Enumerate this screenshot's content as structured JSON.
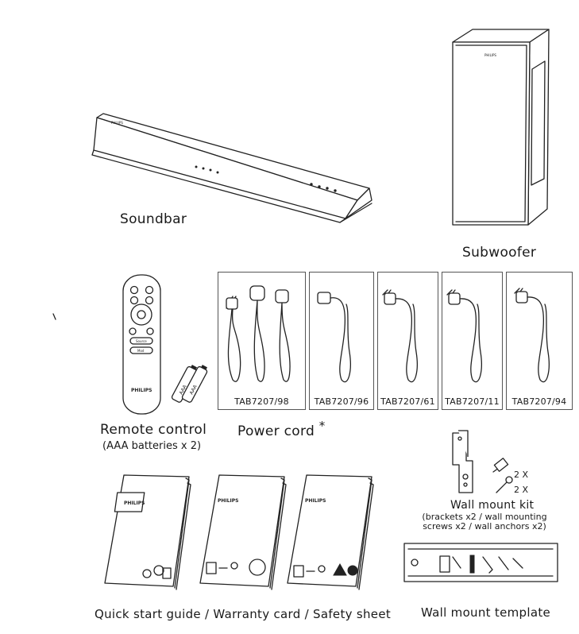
{
  "items": {
    "soundbar": {
      "label": "Soundbar",
      "brand": "PHILIPS"
    },
    "subwoofer": {
      "label": "Subwoofer",
      "brand": "PHILIPS"
    },
    "remote": {
      "label": "Remote control",
      "sublabel": "(AAA batteries x 2)",
      "brand": "PHILIPS",
      "battery_text": "AAA",
      "key_labels": [
        "Source",
        "Mod"
      ]
    },
    "power_cord": {
      "label": "Power cord",
      "asterisk": "*",
      "variants": [
        "TAB7207/98",
        "TAB7207/96",
        "TAB7207/61",
        "TAB7207/11",
        "TAB7207/94"
      ]
    },
    "wall_mount_kit": {
      "label": "Wall mount kit",
      "details": [
        "(brackets x2 / wall mounting",
        "screws x2 / wall anchors x2)"
      ],
      "qty_anchor": "2 X",
      "qty_screw": "2 X"
    },
    "documents": {
      "label": "Quick start guide / Warranty card / Safety sheet",
      "brand": "PHILIPS"
    },
    "wall_mount_template": {
      "label": "Wall mount template"
    }
  },
  "colors": {
    "line": "#222222",
    "background": "#ffffff"
  }
}
